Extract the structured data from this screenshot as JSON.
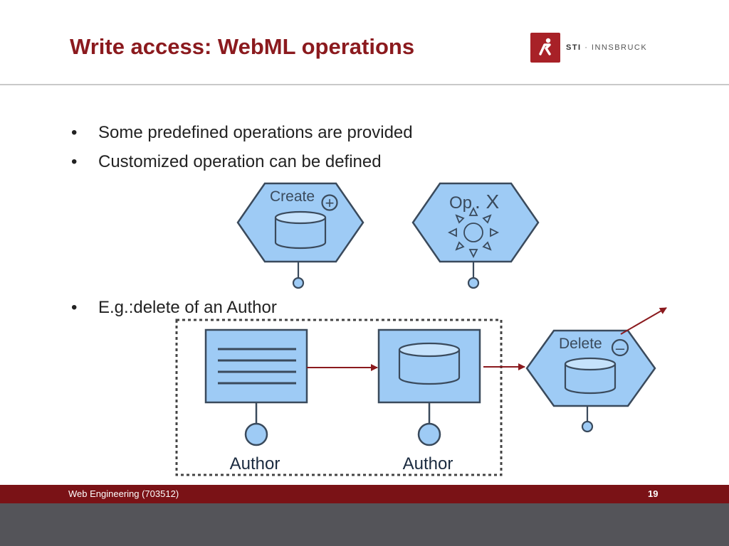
{
  "slide": {
    "title": "Write access: WebML operations",
    "logo": {
      "brand": "STI",
      "separator": "·",
      "place": "INNSBRUCK",
      "color": "#a82127"
    },
    "bullets": [
      "Some predefined operations are provided",
      "Customized operation can be defined",
      "E.g.:delete of an Author"
    ],
    "bullet_marker": "•"
  },
  "diagram": {
    "colors": {
      "fill": "#9ecbf5",
      "stroke": "#3a4a5c",
      "arrow": "#8b1a1e"
    },
    "create_unit": {
      "label": "Create",
      "symbol": "+"
    },
    "custom_unit": {
      "label": "Op",
      "symbol": ". X"
    },
    "delete_unit": {
      "label": "Delete",
      "symbol": "–"
    },
    "index_unit": {
      "caption": "Author"
    },
    "data_unit": {
      "caption": "Author"
    }
  },
  "footer": {
    "course": "Web Engineering (703512)",
    "page": "19"
  }
}
